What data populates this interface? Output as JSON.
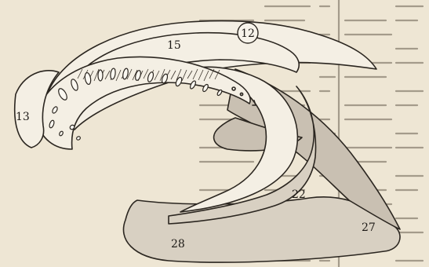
{
  "figure": {
    "labels": {
      "l12": "12",
      "l15": "15",
      "l13": "13",
      "l22": "22",
      "l27": "27",
      "l28": "28"
    },
    "colors": {
      "paper": "#eee6d4",
      "ink": "#2b2620",
      "shade": "#c9c0b2",
      "background_text": "#9c9384"
    }
  }
}
